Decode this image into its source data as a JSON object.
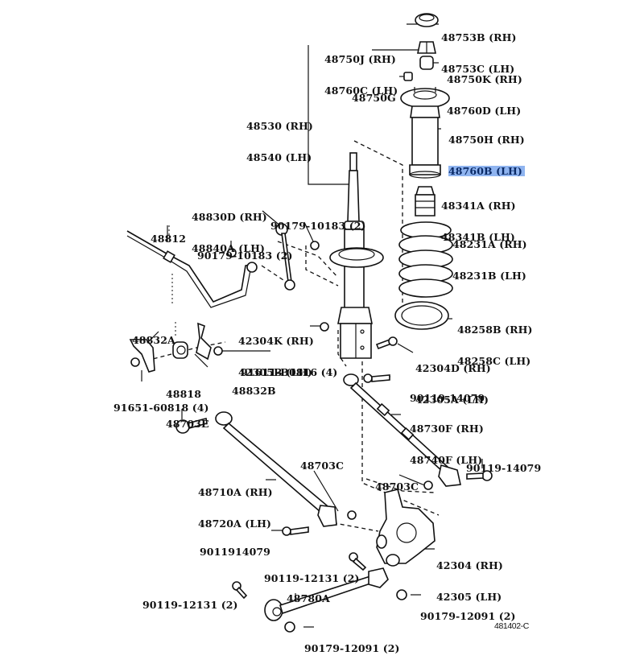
{
  "diagram": {
    "title": "Rear Suspension Exploded Parts Diagram",
    "figure_code": "481402-C",
    "highlight_color": "#8fb4f0",
    "labels": {
      "l48753": [
        "48753B (RH)",
        "48753C (LH)"
      ],
      "l48750J": [
        "48750J (RH)",
        "48760C (LH)"
      ],
      "l48750K": [
        "48750K (RH)",
        "48760D (LH)"
      ],
      "l48750G": [
        "48750G"
      ],
      "l48530": [
        "48530 (RH)",
        "48540 (LH)"
      ],
      "l48750H": [
        "48750H (RH)",
        "48760B (LH)"
      ],
      "l48341": [
        "48341A (RH)",
        "48341B (LH)"
      ],
      "l48830": [
        "48830D (RH)",
        "48840A (LH)"
      ],
      "l90179a": [
        "90179-10183 (2)"
      ],
      "l48812": [
        "48812"
      ],
      "l90179b": [
        "90179-10183 (2)"
      ],
      "l48231": [
        "48231A (RH)",
        "48231B (LH)"
      ],
      "l48258": [
        "48258B (RH)",
        "48258C (LH)"
      ],
      "l48832A": [
        "48832A"
      ],
      "l42304K": [
        "42304K (RH)",
        "42305B (LH)"
      ],
      "l91611": [
        "91611-B0816 (4)"
      ],
      "l42304D": [
        "42304D (RH)",
        "42305A (LH)"
      ],
      "l48818": [
        "48818"
      ],
      "l48832B": [
        "48832B"
      ],
      "l91651": [
        "91651-60818 (4)"
      ],
      "l90119a": [
        "90119-14079"
      ],
      "l48703E": [
        "48703E"
      ],
      "l48730F": [
        "48730F (RH)",
        "48740F (LH)"
      ],
      "l48703C1": [
        "48703C"
      ],
      "l90119b": [
        "90119-14079"
      ],
      "l48710A": [
        "48710A (RH)",
        "48720A (LH)"
      ],
      "l48703C2": [
        "48703C"
      ],
      "l90119c": [
        "9011914079"
      ],
      "l42304": [
        "42304 (RH)",
        "42305 (LH)"
      ],
      "l90119d": [
        "90119-12131 (2)"
      ],
      "l48780A": [
        "48780A"
      ],
      "l90119e": [
        "90119-12131 (2)"
      ],
      "l90179c": [
        "90179-12091 (2)"
      ],
      "l90179d": [
        "90179-12091 (2)"
      ]
    },
    "selected_part": "48760B (LH)"
  }
}
